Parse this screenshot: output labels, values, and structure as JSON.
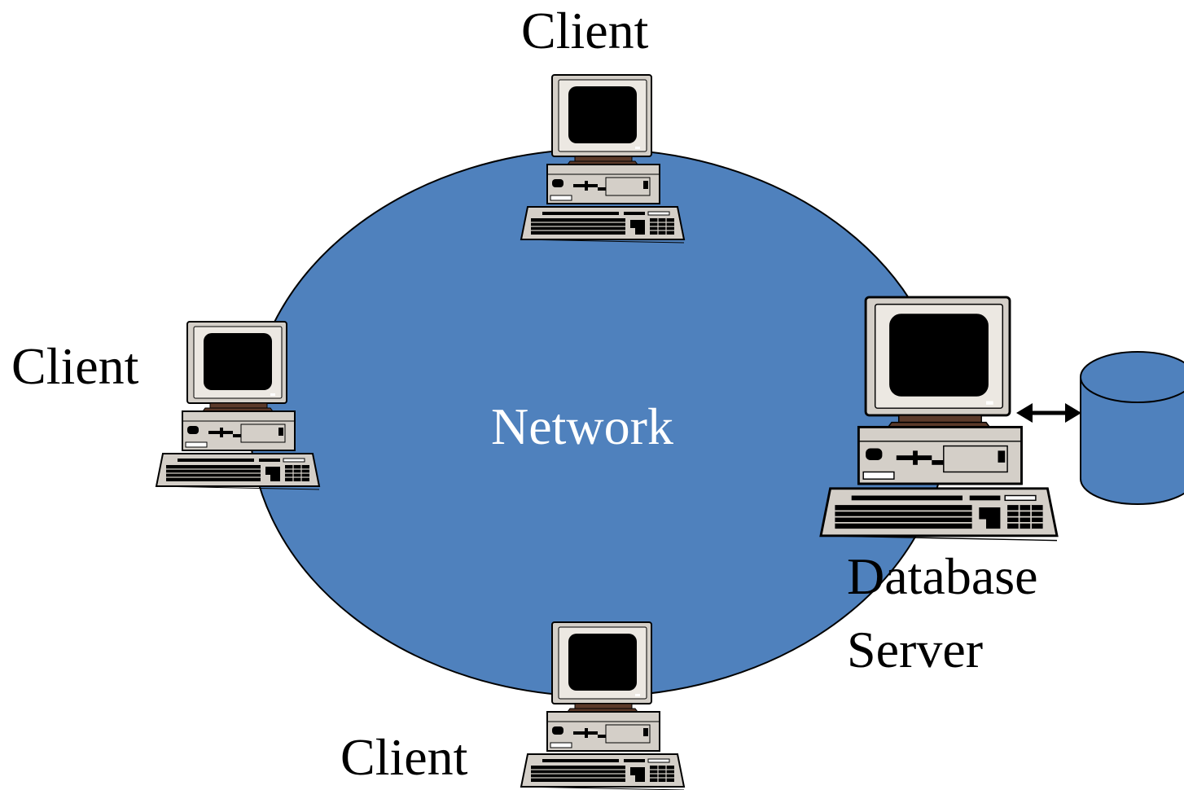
{
  "labels": {
    "client_top": "Client",
    "client_left": "Client",
    "client_bottom": "Client",
    "network": "Network",
    "server_line1": "Database",
    "server_line2": "Server"
  },
  "colors": {
    "network_fill": "#4f81bd",
    "database_fill": "#4f81bd",
    "computer_body": "#d4cfc8",
    "computer_shadow": "#5c3a2a",
    "screen": "#000000",
    "network_text": "#ffffff",
    "label_text": "#000000"
  },
  "icons": {
    "client": "desktop-computer-icon",
    "server": "desktop-computer-icon",
    "database": "database-cylinder-icon",
    "link": "double-arrow-icon"
  }
}
